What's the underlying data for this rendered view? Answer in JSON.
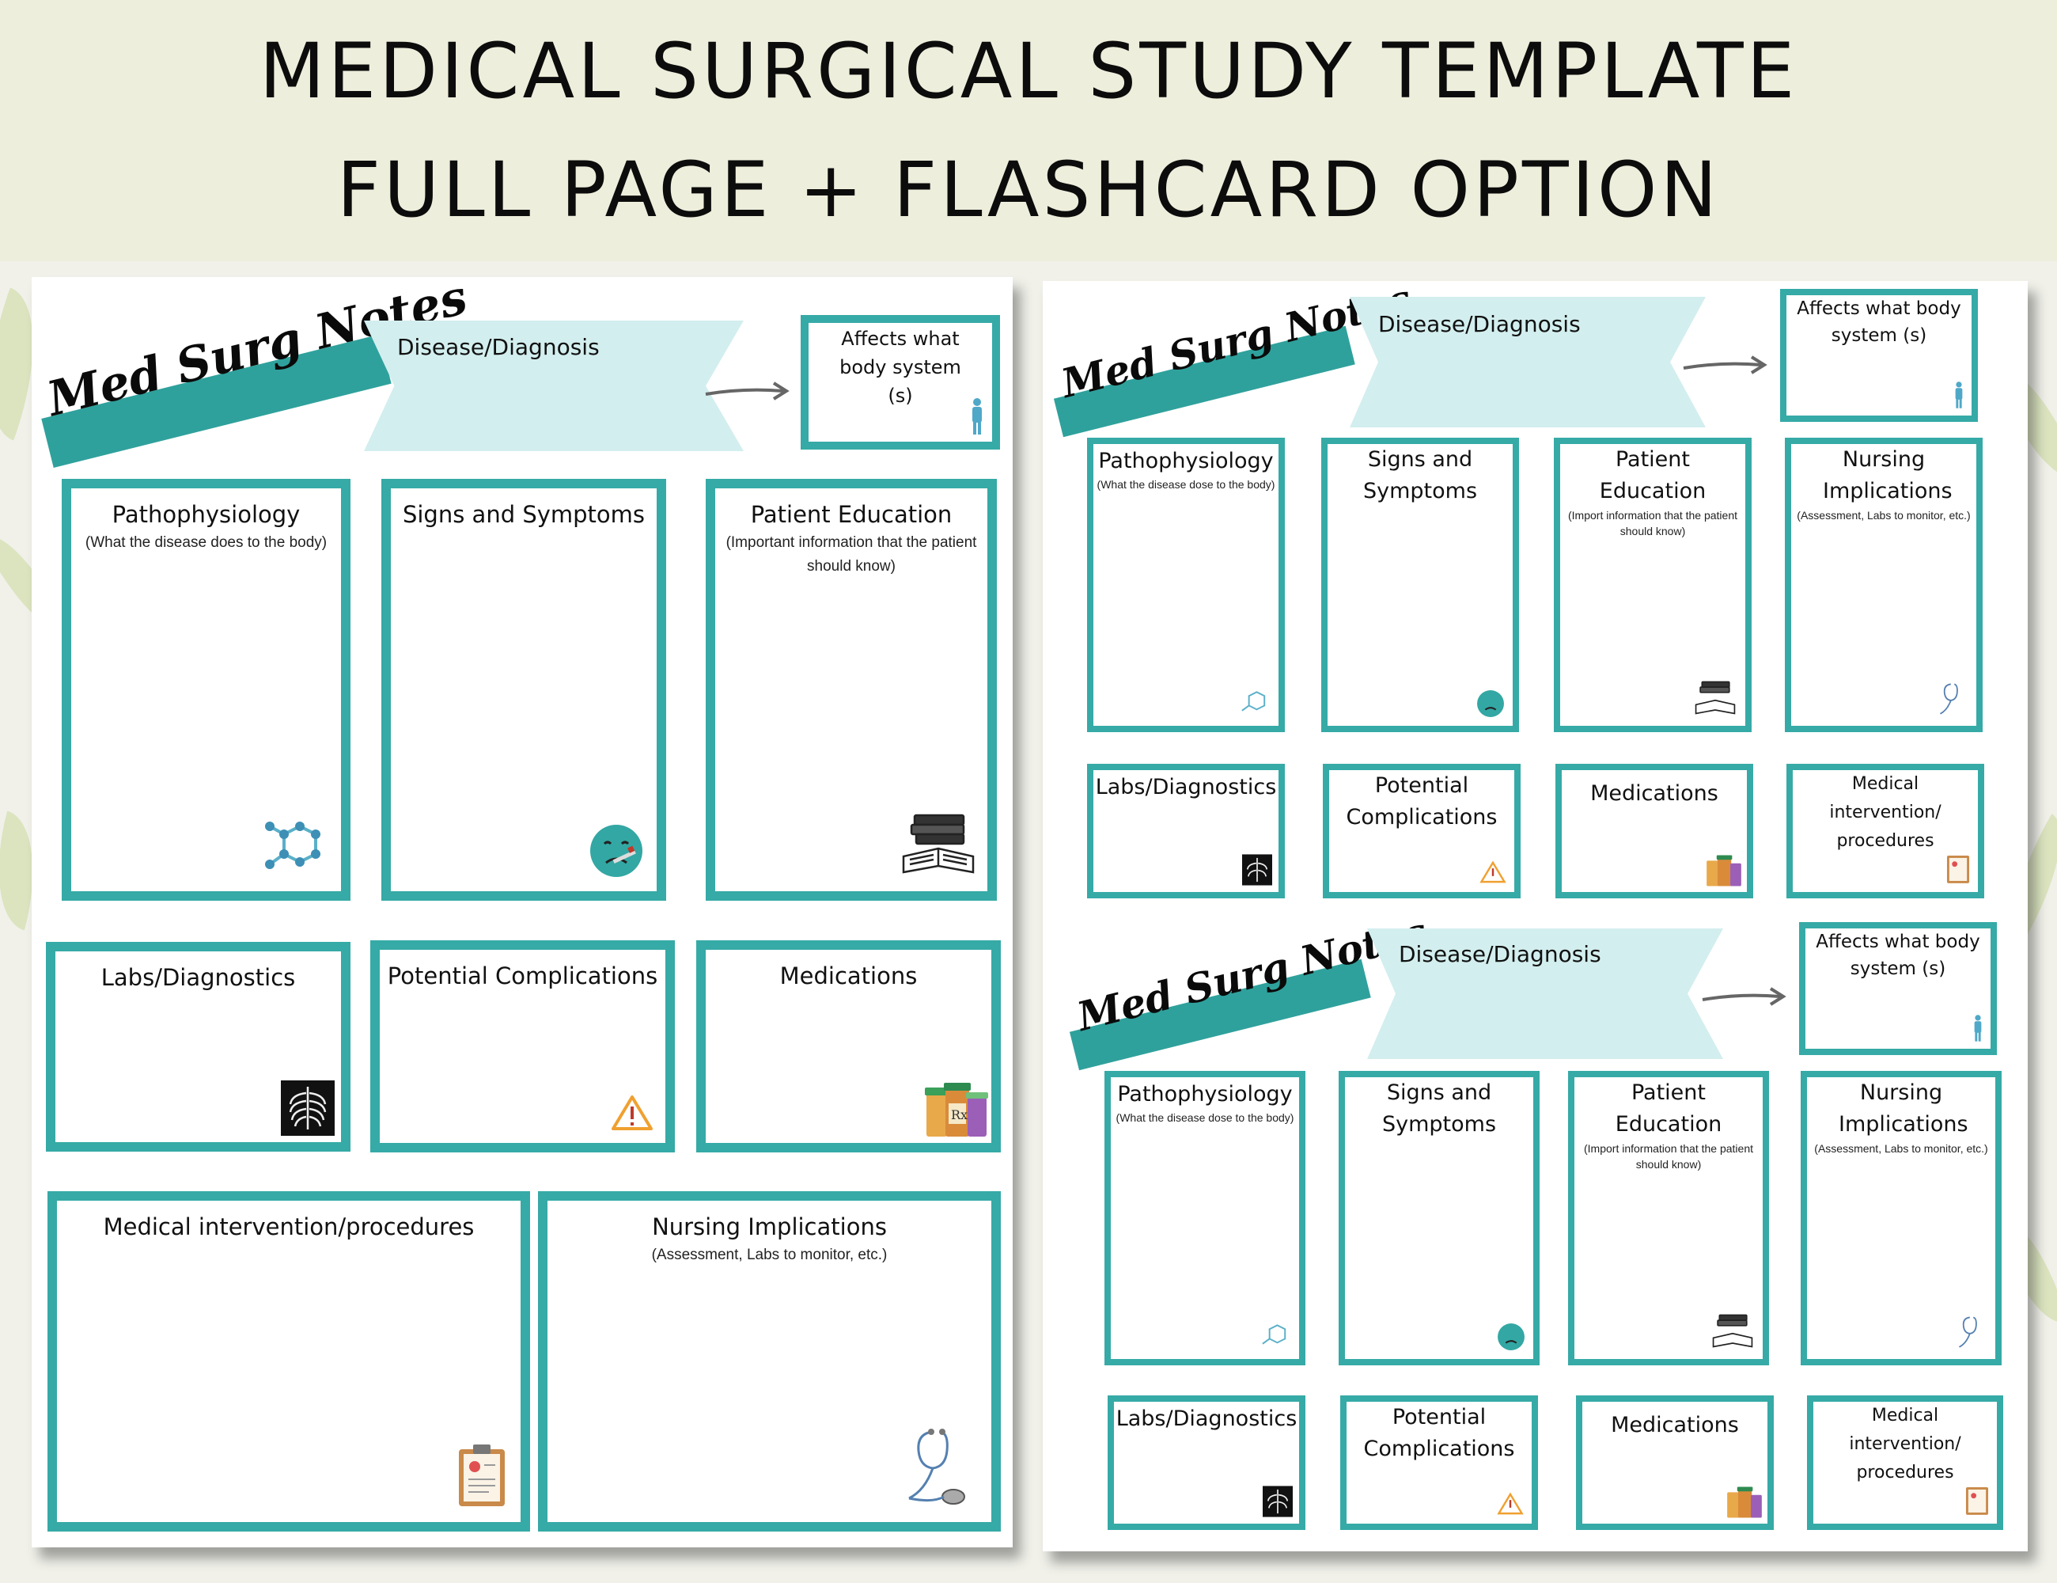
{
  "banner": {
    "line1": "MEDICAL SURGICAL STUDY TEMPLATE",
    "line2": "FULL PAGE + FLASHCARD OPTION"
  },
  "logo_text": "Med Surg Notes",
  "disease_label": "Disease/Diagnosis",
  "affects_label": "Affects what body system (s)",
  "full_page": {
    "pathophysiology": {
      "title": "Pathophysiology",
      "sub": "(What the disease does to the body)"
    },
    "signs": {
      "title": "Signs and Symptoms"
    },
    "education": {
      "title": "Patient Education",
      "sub": "(Important information that the patient should know)"
    },
    "labs": {
      "title": "Labs/Diagnostics"
    },
    "complications": {
      "title": "Potential Complications"
    },
    "medications": {
      "title": "Medications"
    },
    "intervention": {
      "title": "Medical intervention/procedures"
    },
    "nursing": {
      "title": "Nursing Implications",
      "sub": "(Assessment, Labs to monitor, etc.)"
    }
  },
  "flashcard": {
    "pathophysiology": {
      "title": "Pathophysiology",
      "sub": "(What the disease dose to the body)"
    },
    "signs": {
      "title": "Signs and Symptoms"
    },
    "education": {
      "title": "Patient Education",
      "sub": "(Import information that the patient should know)"
    },
    "nursing": {
      "title": "Nursing Implications",
      "sub": "(Assessment, Labs to monitor, etc.)"
    },
    "labs": {
      "title": "Labs/Diagnostics"
    },
    "complications": {
      "title": "Potential Complications"
    },
    "medications": {
      "title": "Medications"
    },
    "intervention": {
      "title": "Medical intervention/ procedures"
    }
  },
  "icons": {
    "molecule": "molecule-icon",
    "sick_face": "sick-face-icon",
    "books": "books-icon",
    "xray": "xray-icon",
    "warning": "warning-icon",
    "pill_bottles": "pill-bottles-icon",
    "clipboard": "clipboard-icon",
    "stethoscope": "stethoscope-icon",
    "body": "body-icon"
  },
  "colors": {
    "teal": "#36aaa6",
    "ribbon": "#d3eeee",
    "banner": "#eeeedc"
  }
}
